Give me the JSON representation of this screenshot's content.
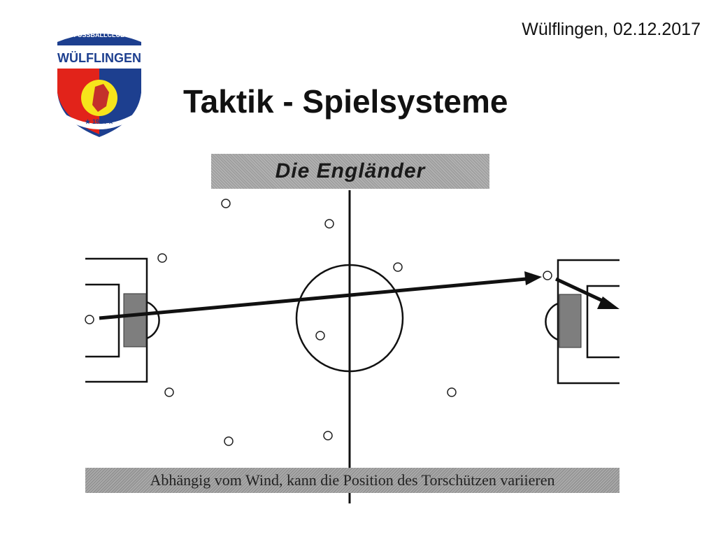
{
  "header": {
    "date_line": "Wülflingen, 02.12.2017",
    "title": "Taktik - Spielsysteme"
  },
  "logo": {
    "top_text": "FUSSBALLCLUB",
    "name": "WÜLFLINGEN",
    "year": "★ 1924 ★",
    "colors": {
      "red": "#e2231a",
      "blue": "#1d3f8f",
      "yellow": "#f6e51b",
      "white": "#ffffff"
    }
  },
  "diagram": {
    "heading": "Die Engländer",
    "caption": "Abhängig vom Wind, kann die Position des Torschützen variieren"
  }
}
